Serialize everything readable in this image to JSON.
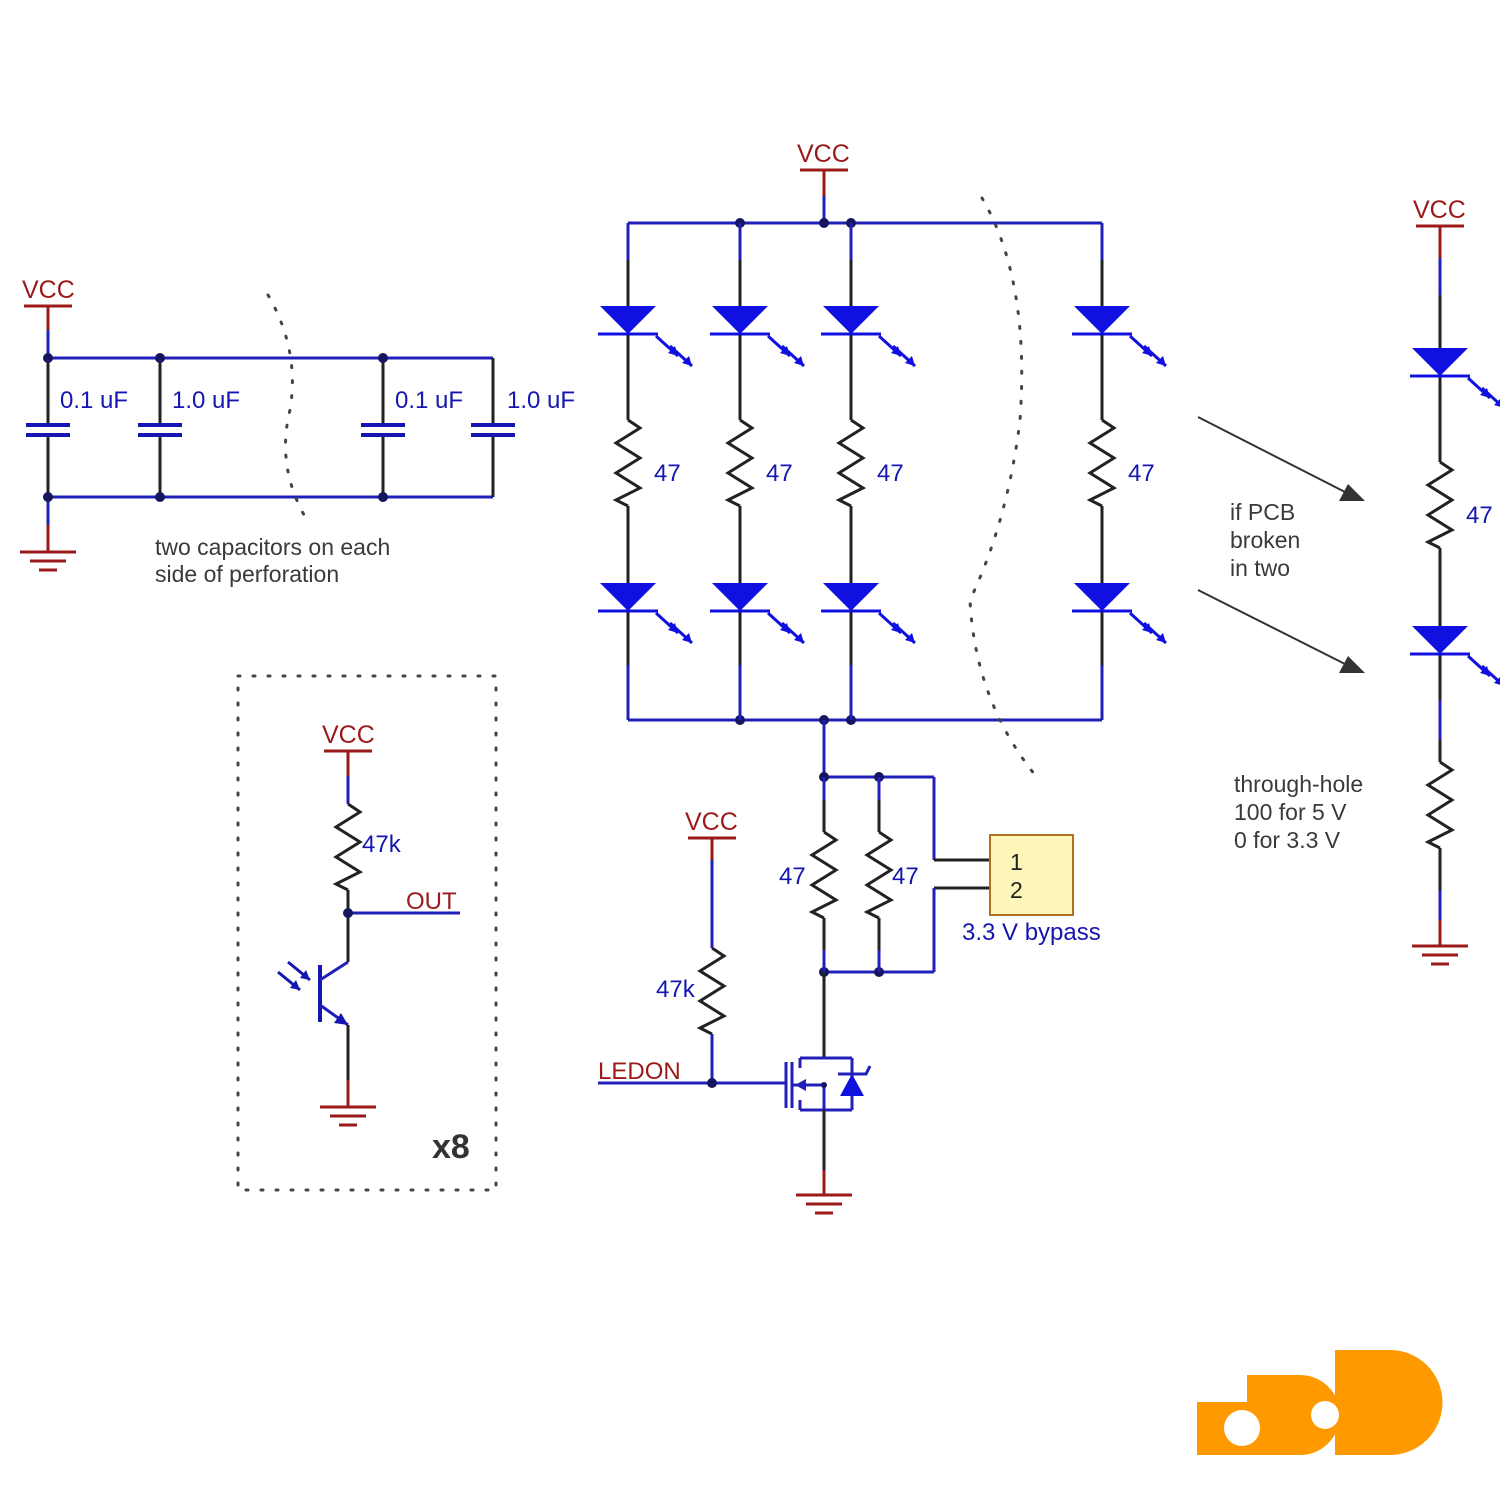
{
  "labels": {
    "vcc": "VCC",
    "cap_01": "0.1 uF",
    "cap_10": "1.0 uF",
    "resistor_47": "47",
    "resistor_47k": "47k",
    "out": "OUT",
    "ledon": "LEDON",
    "bypass": "3.3 V bypass",
    "pin1": "1",
    "pin2": "2",
    "x8": "x8"
  },
  "notes": {
    "capacitors": [
      "two capacitors on each",
      "side of perforation"
    ],
    "broken": [
      "if PCB",
      "broken",
      "in two"
    ],
    "through_hole": [
      "through-hole",
      "100 for 5 V",
      "0 for 3.3 V"
    ]
  },
  "colors": {
    "wire": "#2020b8",
    "component": "#222222",
    "net_label": "#9a1a1a",
    "led_fill": "#1010e0",
    "connector_fill": "#fdf6b8",
    "logo": "#ff9900"
  },
  "logo": {
    "icon": "pololu-logo-icon"
  }
}
